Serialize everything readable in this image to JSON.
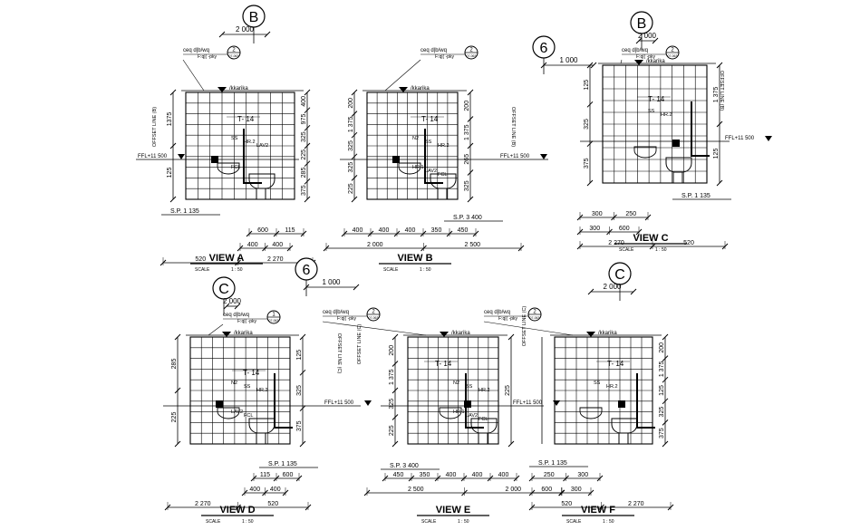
{
  "views": [
    {
      "id": "a",
      "title": "VIEW  A",
      "scale_label": "SCALE",
      "scale_value": "1 : 50",
      "marker_top": "B",
      "top_dim": "2 000",
      "ref_num": "2",
      "ref_sub": "07-063",
      "note1": "ceq d|b/wq",
      "note2": "F:q|( -pky",
      "room_label": "/kkarika",
      "tile_code": "T- 14",
      "level_text": "FFL+11 500",
      "offset_text": "OFFSET LINE (B)",
      "sp_text": "S.P.  1 135",
      "left_dims": [
        "1375",
        "125"
      ],
      "right_dims": [
        "400",
        "975",
        "325",
        "225",
        "285",
        "375"
      ],
      "fixture_labels": [
        "SS",
        "HR.2",
        "LAV2",
        "FCL"
      ],
      "bottom_dims_row1": [
        "600",
        "115"
      ],
      "bottom_dims_row2": [
        "400",
        "400"
      ],
      "bottom_dims_row3": [
        "520",
        "2 270"
      ]
    },
    {
      "id": "b",
      "title": "VIEW  B",
      "scale_label": "SCALE",
      "scale_value": "1 : 50",
      "marker_top": "6",
      "top_dim": "1 000",
      "ref_num": "2",
      "ref_sub": "07-063",
      "note1": "ceq d|b/wq",
      "note2": "F:q|( -pky",
      "room_label": "/kkarika",
      "tile_code": "T- 14",
      "level_text": "FFL+11 500",
      "offset_text": "OFFSET LINE (B)",
      "sp_text": "S.P.  3 400",
      "left_dims": [
        "200",
        "1 375",
        "325",
        "325",
        "225"
      ],
      "right_dims": [
        "200",
        "1 375",
        "265",
        "325"
      ],
      "fixture_labels": [
        "N2",
        "SS",
        "HR.2",
        "HR.1",
        "LAV2",
        "FCL"
      ],
      "bottom_dims_row1": [
        "400",
        "400",
        "400",
        "350",
        "450"
      ],
      "bottom_dims_row2": [
        "2 000",
        "2 500"
      ],
      "bottom_dims_row3": []
    },
    {
      "id": "c",
      "title": "VIEW  C",
      "scale_label": "SCALE",
      "scale_value": "1 : 50",
      "marker_top": "B",
      "top_dim": "2 000",
      "ref_num": "2",
      "ref_sub": "07-063",
      "note1": "ceq d|b/wq",
      "note2": "F:q|( -pky",
      "room_label": "/kkarika",
      "tile_code": "T- 14",
      "level_text": "FFL+11 500",
      "offset_text": "OFFSET LINE (B)",
      "sp_text": "S.P.  1 135",
      "left_dims": [
        "125",
        "325",
        "375"
      ],
      "right_dims": [
        "1 375",
        "125"
      ],
      "fixture_labels": [
        "SS",
        "HR.2"
      ],
      "bottom_dims_row1": [
        "300",
        "250"
      ],
      "bottom_dims_row2": [
        "300",
        "600"
      ],
      "bottom_dims_row3": [
        "2 270",
        "520"
      ]
    },
    {
      "id": "d",
      "title": "VIEW  D",
      "scale_label": "SCALE",
      "scale_value": "1 : 50",
      "marker_top": "C",
      "top_dim": "2 000",
      "ref_num": "1",
      "ref_sub": "07-063",
      "note1": "ceq d|b/wq",
      "note2": "F:q|( -pky",
      "room_label": "/kkarika",
      "tile_code": "T- 14",
      "level_text": "FFL+11 500",
      "offset_text": "OFFSET LINE (C)",
      "sp_text": "S.P.  1 135",
      "left_dims": [
        "285",
        "225"
      ],
      "right_dims": [
        "125",
        "325",
        "375"
      ],
      "fixture_labels": [
        "N2",
        "SS",
        "HR.2",
        "LAV2",
        "FCL"
      ],
      "bottom_dims_row1": [
        "115",
        "600"
      ],
      "bottom_dims_row2": [
        "400",
        "400"
      ],
      "bottom_dims_row3": [
        "2 270",
        "520"
      ]
    },
    {
      "id": "e",
      "title": "VIEW  E",
      "scale_label": "SCALE",
      "scale_value": "1 : 50",
      "marker_top": "6",
      "top_dim": "1 000",
      "ref_num": "2",
      "ref_sub": "07-063",
      "note1": "ceq d|b/wq",
      "note2": "F:q|( -pky",
      "room_label": "/kkarika",
      "tile_code": "T- 14",
      "level_text": "FFL+11 500",
      "offset_text": "OFFSET LINE (C)",
      "sp_text": "S.P.  3 400",
      "left_dims": [
        "200",
        "1 375",
        "325",
        "225"
      ],
      "right_dims": [
        "225"
      ],
      "fixture_labels": [
        "N2",
        "SS",
        "HR.2",
        "HR.1",
        "LAV2",
        "FCL"
      ],
      "bottom_dims_row1": [
        "450",
        "350",
        "400",
        "400",
        "400"
      ],
      "bottom_dims_row2": [
        "2 500",
        "2 000"
      ],
      "bottom_dims_row3": []
    },
    {
      "id": "f",
      "title": "VIEW  F",
      "scale_label": "SCALE",
      "scale_value": "1 : 50",
      "marker_top": "C",
      "top_dim": "2 000",
      "ref_num": "2",
      "ref_sub": "07-063",
      "note1": "ceq d|b/wq",
      "note2": "F:q|( -pky",
      "room_label": "/kkarika",
      "tile_code": "T- 14",
      "level_text": "",
      "offset_text": "OFFSET LINE (C)",
      "sp_text": "S.P.  1 135",
      "left_dims": [],
      "right_dims": [
        "200",
        "1 375",
        "125",
        "325",
        "375"
      ],
      "fixture_labels": [
        "SS",
        "HR.2"
      ],
      "bottom_dims_row1": [
        "250",
        "300"
      ],
      "bottom_dims_row2": [
        "600",
        "300"
      ],
      "bottom_dims_row3": [
        "520",
        "2 270"
      ]
    }
  ]
}
